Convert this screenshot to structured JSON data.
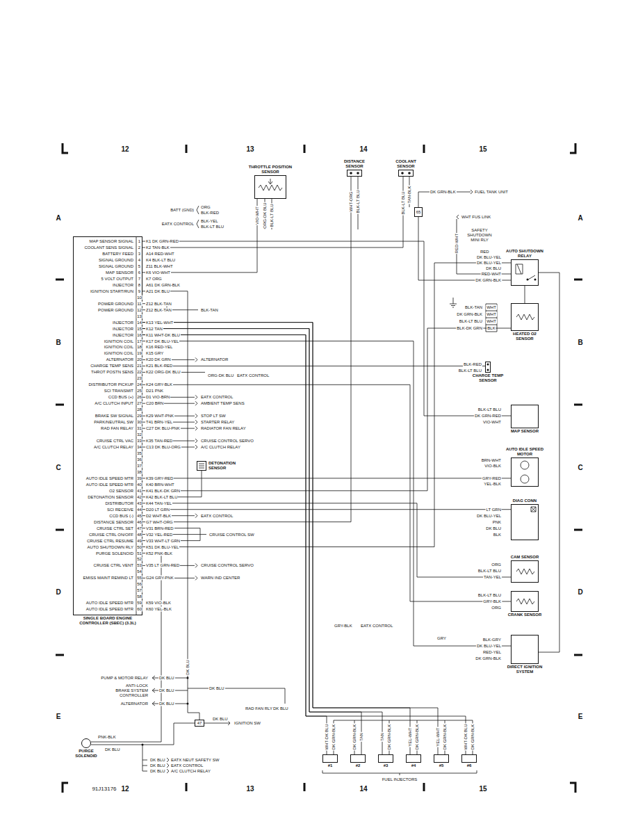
{
  "diagram": {
    "nodes": [
      {
        "text": [
          "THROTTLE POSITION SENSOR"
        ]
      },
      {
        "text": [
          "DISTANCE SENSOR"
        ]
      },
      {
        "text": [
          "COOLANT SENSOR"
        ]
      },
      {
        "text": [
          "65"
        ]
      },
      {
        "text": [
          "AUTO SHUTDOWN RELAY"
        ]
      },
      {
        "text": [
          "SINGLE BOARD ENGINE CONTROLLER (SBEC) (3.3L)"
        ]
      },
      {
        "text": [
          "HEATED O2 SENSOR"
        ]
      },
      {
        "text": [
          "CHARGE TEMP SENSOR"
        ]
      },
      {
        "text": [
          "MAP SENSOR"
        ]
      },
      {
        "text": [
          "DETONATION SENSOR"
        ]
      },
      {
        "text": [
          "AUTO IDLE SPEED MOTOR"
        ]
      },
      {
        "text": [
          "DIAG CONN"
        ]
      },
      {
        "text": [
          "CAM SENSOR"
        ]
      },
      {
        "text": [
          "CRANK SENSOR"
        ]
      },
      {
        "text": [
          "DIRECT IGNITION SYSTEM"
        ]
      },
      {
        "text": [
          "47"
        ]
      },
      {
        "text": [
          "PURGE SOLENOID"
        ]
      },
      {
        "text": [
          "#1"
        ]
      },
      {
        "text": [
          "#2"
        ]
      },
      {
        "text": [
          "#3"
        ]
      },
      {
        "text": [
          "#4"
        ]
      },
      {
        "text": [
          "#5"
        ]
      },
      {
        "text": [
          "#6"
        ]
      }
    ],
    "edges": [
      {
        "from": 5,
        "to": 0,
        "arrow": "none"
      },
      {
        "from": 5,
        "to": 1,
        "arrow": "none"
      },
      {
        "from": 5,
        "to": 2,
        "arrow": "none"
      },
      {
        "from": 5,
        "to": 4,
        "arrow": "none"
      },
      {
        "from": 5,
        "to": 6,
        "arrow": "none"
      },
      {
        "from": 5,
        "to": 7,
        "arrow": "none"
      },
      {
        "from": 5,
        "to": 8,
        "arrow": "none"
      },
      {
        "from": 5,
        "to": 10,
        "arrow": "none"
      },
      {
        "from": 5,
        "to": 11,
        "arrow": "none"
      },
      {
        "from": 5,
        "to": 12,
        "arrow": "none"
      },
      {
        "from": 5,
        "to": 13,
        "arrow": "none"
      },
      {
        "from": 5,
        "to": 14,
        "arrow": "none"
      },
      {
        "from": 5,
        "to": 17,
        "arrow": "none"
      },
      {
        "from": 5,
        "to": 18,
        "arrow": "none"
      },
      {
        "from": 5,
        "to": 19,
        "arrow": "none"
      },
      {
        "from": 5,
        "to": 20,
        "arrow": "none"
      },
      {
        "from": 5,
        "to": 21,
        "arrow": "none"
      },
      {
        "from": 5,
        "to": 22,
        "arrow": "none"
      },
      {
        "from": 5,
        "to": 16,
        "arrow": "none"
      },
      {
        "from": 5,
        "to": 9,
        "arrow": "none"
      },
      {
        "from": 4,
        "to": 3,
        "arrow": "none"
      },
      {
        "from": 4,
        "to": 6,
        "arrow": "none"
      },
      {
        "from": 4,
        "to": 14,
        "arrow": "none"
      },
      {
        "from": 15,
        "to": 16,
        "arrow": "none"
      },
      {
        "from": 5,
        "to": 15,
        "arrow": "none"
      }
    ],
    "labels": [
      "12",
      "13",
      "14",
      "15",
      "A",
      "A",
      "B",
      "B",
      "C",
      "C",
      "D",
      "D",
      "E",
      "E",
      "91J13176",
      "12",
      "13",
      "14",
      "15",
      "BATT (GND)",
      "ORG",
      "BLK-RED",
      "EATX CONTROL",
      "BLK-YEL",
      "BLK-LT BLU",
      "MAP SENSOR SIGNAL",
      "1",
      "K1 DK GRN-RED",
      "COOLANT SENS SIGNAL",
      "2",
      "K2 TAN-BLK",
      "BATTERY FEED",
      "3",
      "A14 RED-WHT",
      "SIGNAL GROUND",
      "4",
      "K4 BLK-LT BLU",
      "SIGNAL GROUND",
      "5",
      "Z11 BLK-WHT",
      "MAP SENSOR",
      "6",
      "K6 VIO-WHT",
      "5 VOLT OUTPUT",
      "7",
      "K7 ORG",
      "INJECTOR",
      "8",
      "A61 DK GRN-BLK",
      "IGNITION START/RUN",
      "9",
      "A21 DK BLU",
      "10",
      "POWER GROUND",
      "11",
      "Z12 BLK-TAN",
      "POWER GROUND",
      "12",
      "Z12 BLK-TAN",
      "BLK-TAN",
      "13",
      "INJECTOR",
      "14",
      "K13 YEL-WHT",
      "INJECTOR",
      "15",
      "K12 TAN",
      "INJECTOR",
      "16",
      "K11 WHT-DK BLU",
      "IGNITION COIL",
      "17",
      "K17 DK BLU-YEL",
      "IGNITION COIL",
      "18",
      "K16 RED-YEL",
      "IGNITION COIL",
      "19",
      "K15 GRY",
      "ALTERNATOR",
      "20",
      "K20 DK GRN",
      "ALTERNATOR",
      "CHARGE TEMP SENS",
      "21",
      "K21 BLK-RED",
      "THROT POSTN SENS",
      "22",
      "K22 ORG-DK BLU",
      "23",
      "DISTRIBUTOR PICKUP",
      "24",
      "K24 GRY-BLK",
      "SCI TRANSMIT",
      "25",
      "D21 PNK",
      "CCD BUS (+)",
      "26",
      "D1 VIO-BRN",
      "EATX CONTROL",
      "A/C CLUTCH INPUT",
      "27",
      "C20 BRN",
      "AMBIENT TEMP SENS",
      "28",
      "BRAKE SW SIGNAL",
      "29",
      "K29 WHT-PNK",
      "STOP LT SW",
      "PARK/NEUTRAL SW",
      "30",
      "T41 BRN-YEL",
      "STARTER RELAY",
      "RAD FAN RELAY",
      "31",
      "C27 DK BLU-PNK",
      "RADIATOR FAN RELAY",
      "32",
      "CRUISE CTRL VAC",
      "33",
      "K35 TAN-RED",
      "CRUISE CONTROL SERVO",
      "A/C CLUTCH RELAY",
      "34",
      "C13 DK BLU-ORG",
      "A/C CLUTCH RELAY",
      "35",
      "36",
      "37",
      "38",
      "AUTO IDLE SPEED MTR",
      "39",
      "K39 GRY-RED",
      "AUTO IDLE SPEED MTR",
      "40",
      "K40 BRN-WHT",
      "O2 SENSOR",
      "41",
      "K41 BLK-DK GRN",
      "DETONATION SENSOR",
      "42",
      "K42 BLK-LT BLU",
      "DISTRIBUTOR",
      "43",
      "K44 TAN-YEL",
      "SCI RECEIVE",
      "44",
      "D20 LT GRN",
      "CCD BUS (-)",
      "45",
      "D2 WHT-BLK",
      "EATX CONTROL",
      "DISTANCE SENSOR",
      "46",
      "G7 WHT-ORG",
      "CRUISE CTRL SET",
      "47",
      "V31 BRN-RED",
      "CRUISE CTRL ON/OFF",
      "48",
      "V32 YEL-RED",
      "CRUISE CTRL RESUME",
      "49",
      "V33 WHT-LT GRN",
      "AUTO SHUTDOWN RLY",
      "50",
      "K51 DK BLU-YEL",
      "PURGE SOLENOID",
      "51",
      "K52 PNK-BLK",
      "52",
      "CRUISE CTRL VENT",
      "53",
      "V35 LT GRN-RED",
      "CRUISE CONTROL SERVO",
      "54",
      "EMISS MAINT REMIND LT",
      "55",
      "G24 GRY-PNK",
      "WARN IND CENTER",
      "56",
      "57",
      "58",
      "AUTO IDLE SPEED MTR",
      "59",
      "K59 VIO-BLK",
      "AUTO IDLE SPEED MTR",
      "60",
      "K60 YEL-BLK",
      "ORG-DK BLU",
      "EATX CONTROL",
      "CRUISE CONTROL SW",
      "VIO-WHT",
      "ORG-DK BLU",
      "BLK-LT BLU",
      "WHT-ORG",
      "BLK-LT BLU",
      "BLK-LT BLU",
      "TAN-BLK",
      "DK GRN-BLK",
      "FUEL TANK UNIT",
      "WHT FUS LINK",
      "RED-WHT",
      "SAFETY SHUTDOWN MINI RLY",
      "RED",
      "DK BLU-YEL",
      "DK BLU-YEL",
      "DK BLU",
      "RED-WHT",
      "DK GRN-BLK",
      "BLK-TAN",
      "WHT",
      "DK GRN-BLK",
      "WHT",
      "BLK-LT BLU",
      "WHT",
      "BLK-DK GRN",
      "BLK",
      "BLK-RED",
      "BLK-LT BLU",
      "BLK-LT BLU",
      "DK GRN-RED",
      "VIO-WHT",
      "BRN-WHT",
      "VIO-BLK",
      "GRY-RED",
      "YEL-BLK",
      "LT GRN",
      "DK BLU-YEL",
      "PNK",
      "DK BLU",
      "BLK",
      "ORG",
      "BLK-LT BLU",
      "TAN-YEL",
      "BLK-LT BLU",
      "GRY-BLK",
      "ORG",
      "GRY-BLK",
      "EATX CONTROL",
      "GRY",
      "BLK-GRY",
      "DK BLU-YEL",
      "RED-YEL",
      "DK GRN-BLK",
      "PUMP & MOTOR RELAY",
      "DK BLU",
      "ANTI-LOCK BRAKE SYSTEM CONTROLLER",
      "DK BLU",
      "ALTERNATOR",
      "DK BLU",
      "DK BLU",
      "DK BLU",
      "RAD FAN RLY",
      "DK BLU",
      "DK BLU",
      "IGNITION SW",
      "PNK-BLK",
      "DK BLU",
      "DK BLU",
      "EATX NEUT SAFETY SW",
      "DK BLU",
      "EATX CONTROL",
      "DK BLU",
      "A/C CLUTCH RELAY",
      "WHT-DK BLU",
      "DK GRN-BLK",
      "DK GRN-BLK",
      "TAN",
      "TAN",
      "DK GRN-BLK",
      "YEL-WHT",
      "DK GRN-BLK",
      "YEL-WHT",
      "DK GRN-BLK",
      "WHT-DK BLU",
      "DK GRN-BLK",
      "FUEL INJECTORS"
    ]
  }
}
